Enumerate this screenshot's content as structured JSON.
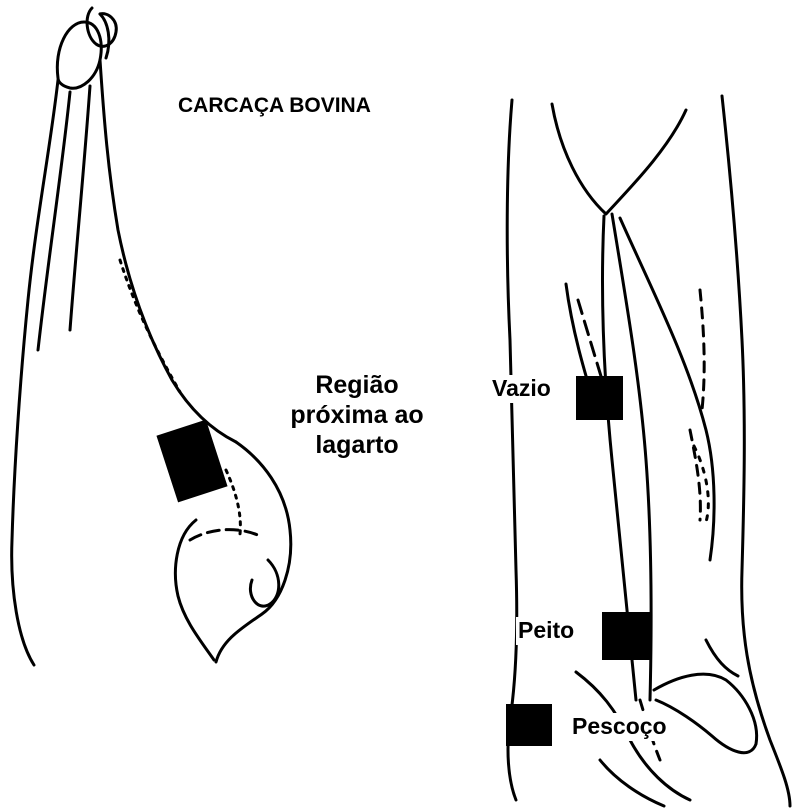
{
  "title": "CARCAÇA BOVINA",
  "labels": {
    "regiao_line1": "Região",
    "regiao_line2": "próxima ao",
    "regiao_line3": "lagarto",
    "vazio": "Vazio",
    "peito": "Peito",
    "pescoco": "Pescoço"
  },
  "colors": {
    "ink": "#000000",
    "background": "#ffffff",
    "sample_marker": "#000000"
  }
}
